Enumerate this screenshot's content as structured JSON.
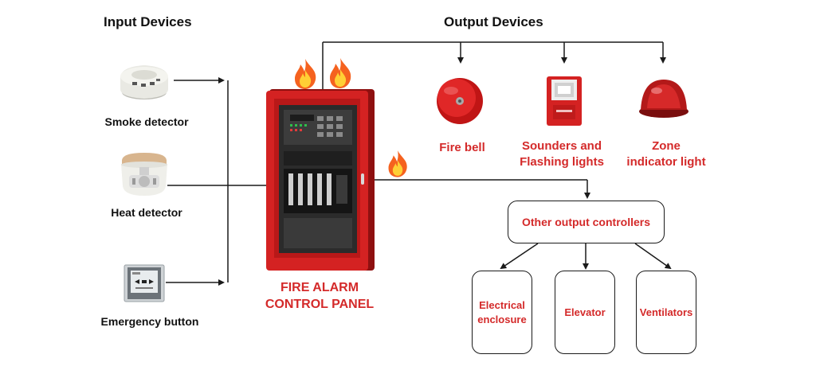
{
  "headings": {
    "input": "Input Devices",
    "output": "Output Devices"
  },
  "input_devices": [
    {
      "label": "Smoke detector",
      "icon": "smoke-detector-icon"
    },
    {
      "label": "Heat detector",
      "icon": "heat-detector-icon"
    },
    {
      "label": "Emergency button",
      "icon": "emergency-button-icon"
    }
  ],
  "panel": {
    "label_line1": "FIRE ALARM",
    "label_line2": "CONTROL PANEL",
    "icon": "fire-alarm-panel-icon"
  },
  "output_devices": [
    {
      "line1": "Fire bell",
      "line2": "",
      "icon": "fire-bell-icon"
    },
    {
      "line1": "Sounders and",
      "line2": "Flashing lights",
      "icon": "sounder-strobe-icon"
    },
    {
      "line1": "Zone",
      "line2": "indicator light",
      "icon": "zone-indicator-light-icon"
    }
  ],
  "controller": {
    "label": "Other output controllers"
  },
  "controlled": [
    {
      "line1": "Electrical",
      "line2": "enclosure"
    },
    {
      "line1": "Elevator",
      "line2": ""
    },
    {
      "line1": "Ventilators",
      "line2": ""
    }
  ],
  "colors": {
    "accent_red": "#d42a2a",
    "panel_red": "#c81e1e",
    "line": "#1a1a1a"
  }
}
